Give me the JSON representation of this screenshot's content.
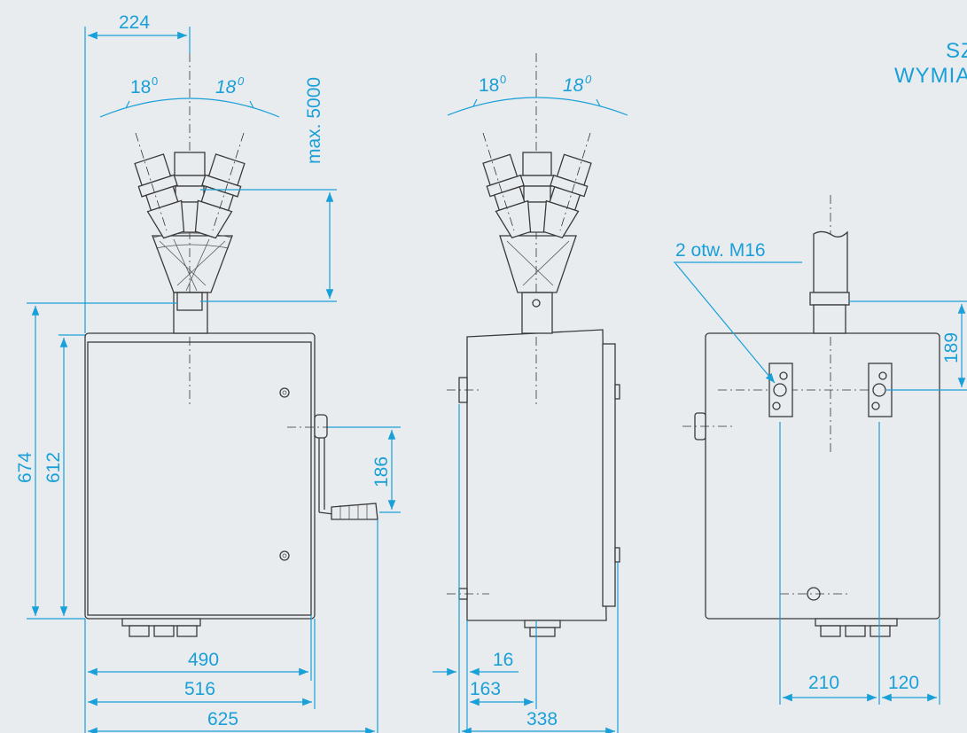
{
  "heading": {
    "line1": "SZ",
    "line2": "WYMIAR"
  },
  "front_view": {
    "width_top": "224",
    "angle_left": "18",
    "angle_left_sup": "0",
    "angle_right": "18",
    "angle_right_sup": "0",
    "max_length": "max. 5000",
    "height_total": "674",
    "height_body": "612",
    "crank_height": "186",
    "width_490": "490",
    "width_516": "516",
    "width_625": "625"
  },
  "side_view": {
    "angle_left": "18",
    "angle_left_sup": "0",
    "angle_right": "18",
    "angle_right_sup": "0",
    "depth_16": "16",
    "depth_163": "163",
    "depth_338": "338"
  },
  "rear_view": {
    "holes_label": "2 otw. M16",
    "height_189": "189",
    "spacing_210": "210",
    "spacing_120": "120"
  }
}
